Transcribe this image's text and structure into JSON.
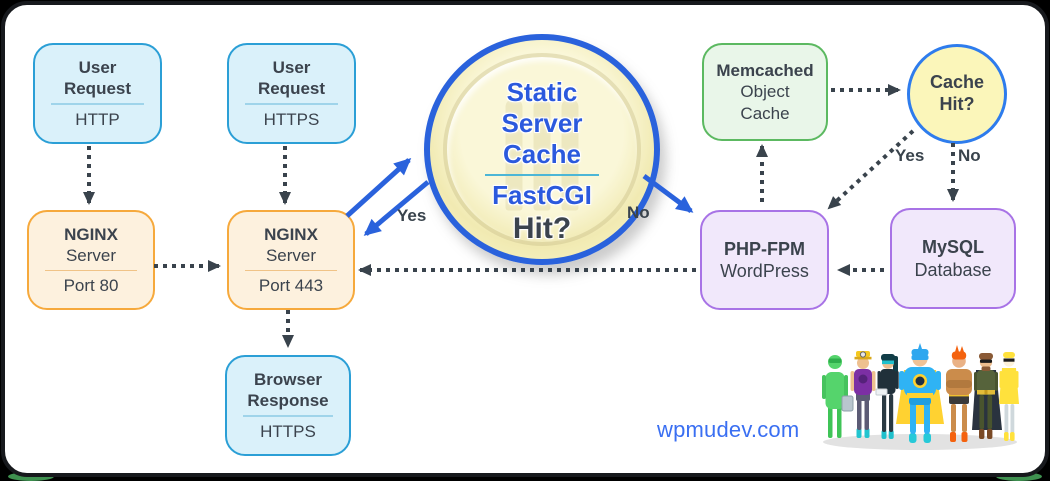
{
  "nodes": {
    "user_http": {
      "title": "User Request",
      "sub": "HTTP"
    },
    "user_https": {
      "title": "User Request",
      "sub": "HTTPS"
    },
    "nginx_80": {
      "title": "NGINX",
      "mid": "Server",
      "sub": "Port 80"
    },
    "nginx_443": {
      "title": "NGINX",
      "mid": "Server",
      "sub": "Port 443"
    },
    "static_cache": {
      "line1": "Static",
      "line2": "Server",
      "line3": "Cache",
      "line4": "FastCGI",
      "line5": "Hit?"
    },
    "memcached": {
      "title": "Memcached",
      "sub": "Object Cache"
    },
    "cache_hit": {
      "title": "Cache Hit?"
    },
    "php_fpm": {
      "title": "PHP-FPM",
      "sub": "WordPress"
    },
    "mysql": {
      "title": "MySQL",
      "sub": "Database"
    },
    "browser": {
      "title": "Browser Response",
      "sub": "HTTPS"
    }
  },
  "edge_labels": {
    "static_yes": "Yes",
    "static_no": "No",
    "object_yes": "Yes",
    "object_no": "No"
  },
  "footer": {
    "site": "wpmudev.com"
  },
  "colors": {
    "accent_blue": "#2a62dc",
    "dotted_arrow": "#39434c",
    "cyan_border": "#2b9fd6",
    "orange_border": "#f6a93c",
    "green_border": "#5cb961",
    "purple_border": "#a873e6",
    "yellow_fill": "#f8f4c6",
    "link_blue": "#3a6ff2"
  }
}
